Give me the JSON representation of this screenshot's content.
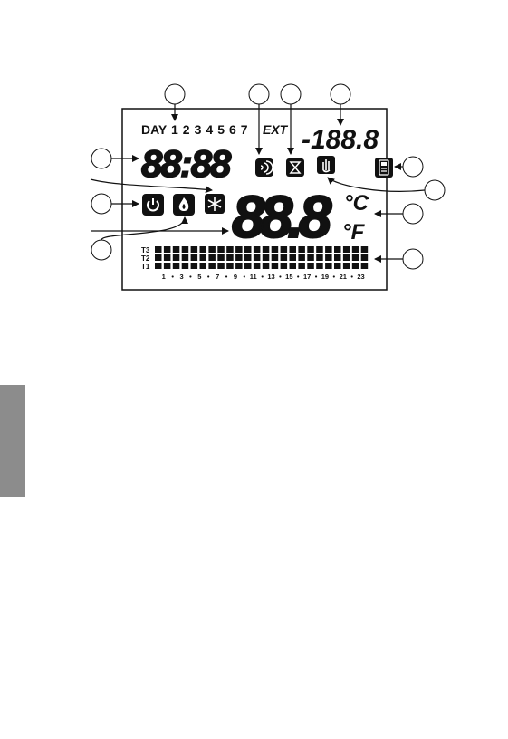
{
  "display": {
    "day_label": "DAY",
    "day_numbers": [
      "1",
      "2",
      "3",
      "4",
      "5",
      "6",
      "7"
    ],
    "ext_label": "EXT",
    "ext_value": "-188.8",
    "clock_value": "88:88",
    "main_value": "88.8",
    "unit_celsius": "°C",
    "unit_fahrenheit": "°F",
    "program_rows": [
      "T3",
      "T2",
      "T1"
    ],
    "hour_ticks": [
      "1",
      "•",
      "3",
      "•",
      "5",
      "•",
      "7",
      "•",
      "9",
      "•",
      "11",
      "•",
      "13",
      "•",
      "15",
      "•",
      "17",
      "•",
      "19",
      "•",
      "21",
      "•",
      "23"
    ],
    "program_columns": 24
  },
  "colors": {
    "ink": "#111111",
    "side_tab": "#8c8c8c"
  },
  "icons": [
    "wireless-icon",
    "hourglass-icon",
    "manual-hand-icon",
    "phone-icon",
    "power-icon",
    "flame-icon",
    "snowflake-icon"
  ]
}
